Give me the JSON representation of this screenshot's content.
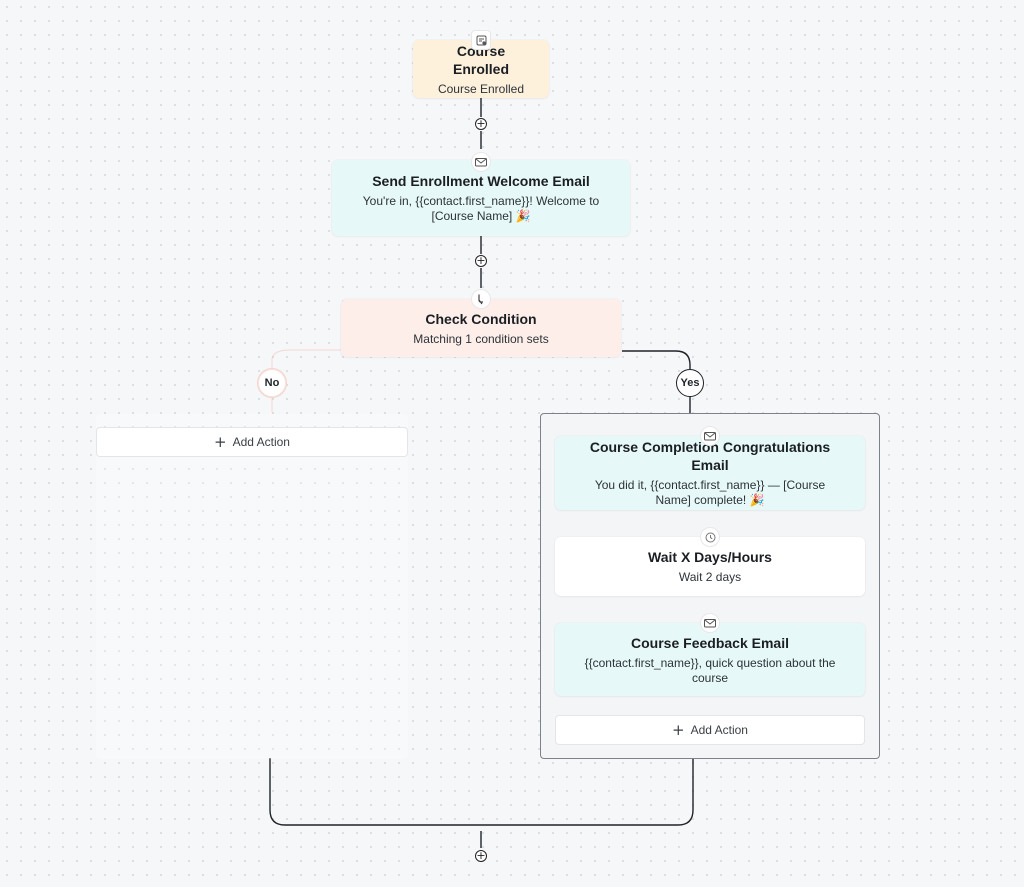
{
  "flow": {
    "trigger": {
      "title": "Course Enrolled",
      "subtitle": "Course Enrolled",
      "icon": "trigger-icon",
      "color": "#fdf1dc"
    },
    "welcome_email": {
      "title": "Send Enrollment Welcome Email",
      "subtitle_line1": "You're in, {{contact.first_name}}! Welcome to",
      "subtitle_line2": "[Course Name] 🎉",
      "icon": "email-icon",
      "color": "#e6f8f8"
    },
    "condition": {
      "title": "Check Condition",
      "subtitle": "Matching 1 condition sets",
      "icon": "branch-icon",
      "color": "#fdeeea"
    },
    "branches": {
      "no_label": "No",
      "yes_label": "Yes"
    },
    "no_branch": {
      "add_action_label": "Add Action"
    },
    "yes_branch": {
      "completion_email": {
        "title": "Course Completion Congratulations Email",
        "subtitle_line1": "You did it, {{contact.first_name}} — [Course",
        "subtitle_line2": "Name] complete! 🎉",
        "icon": "email-icon"
      },
      "wait": {
        "title": "Wait X Days/Hours",
        "subtitle": "Wait 2 days",
        "icon": "clock-icon"
      },
      "feedback_email": {
        "title": "Course Feedback Email",
        "subtitle_line1": "{{contact.first_name}}, quick question about the",
        "subtitle_line2": "course",
        "icon": "email-icon"
      },
      "add_action_label": "Add Action"
    },
    "plus_symbol": "+"
  },
  "colors": {
    "accent_line": "#1f2328",
    "email_bg": "#e6f8f8",
    "trigger_bg": "#fdf1dc",
    "condition_bg": "#fdeeea"
  }
}
